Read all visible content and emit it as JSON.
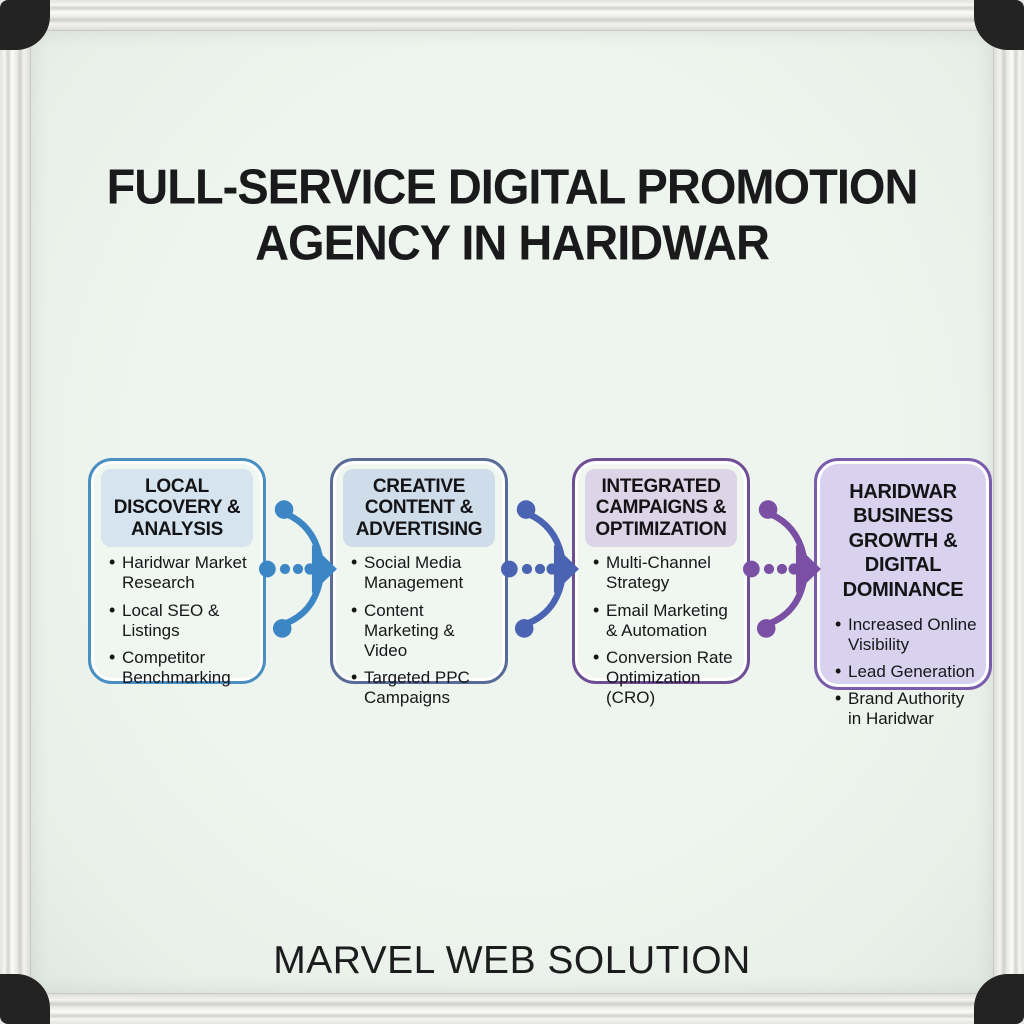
{
  "title": {
    "line1": "FULL-SERVICE DIGITAL PROMOTION",
    "line2": "AGENCY IN HARIDWAR"
  },
  "footer": {
    "brand": "MARVEL WEB SOLUTION"
  },
  "colors": {
    "stage1_border": "#4a8fc2",
    "stage1_header": "#d5e4ee",
    "stage2_border": "#5a6b97",
    "stage2_header": "#cfdcea",
    "stage3_border": "#6e4f95",
    "stage3_header": "#ddd4e8",
    "stage4_border": "#7a5cac",
    "stage4_fill": "#d8d2ef",
    "arrow1": "#3c86c6",
    "arrow2": "#4a63b2",
    "arrow3": "#7a4fa4",
    "board_surface": "#eef5ee",
    "text": "#1a1a1c"
  },
  "flow": {
    "stages": [
      {
        "title": "LOCAL DISCOVERY & ANALYSIS",
        "bullets": [
          "Haridwar Market Research",
          "Local SEO & Listings",
          "Competitor Benchmarking"
        ]
      },
      {
        "title": "CREATIVE CONTENT & ADVERTISING",
        "bullets": [
          "Social Media Management",
          "Content Marketing & Video",
          "Targeted PPC Campaigns"
        ]
      },
      {
        "title": "INTEGRATED CAMPAIGNS & OPTIMIZATION",
        "bullets": [
          "Multi-Channel Strategy",
          "Email Marketing & Automation",
          "Conversion Rate Optimization (CRO)"
        ]
      },
      {
        "title": "HARIDWAR BUSINESS GROWTH & DIGITAL DOMINANCE",
        "bullets": [
          "Increased Online Visibility",
          "Lead Generation",
          "Brand Authority in Haridwar"
        ]
      }
    ]
  }
}
